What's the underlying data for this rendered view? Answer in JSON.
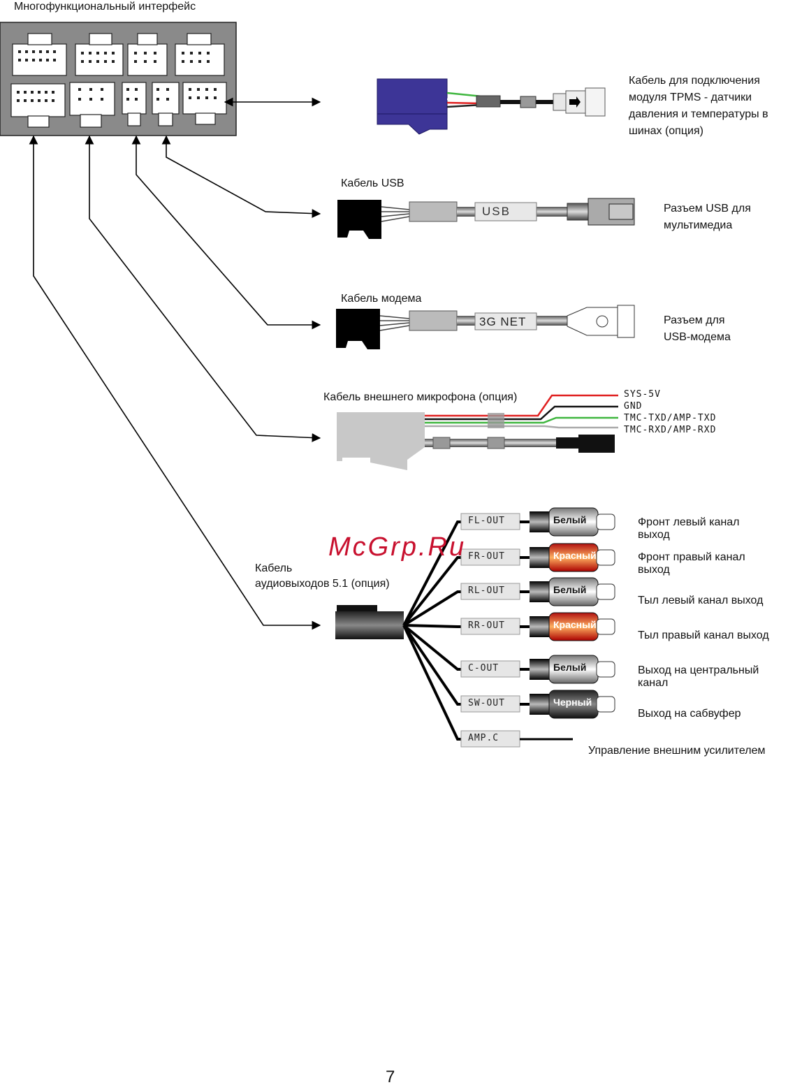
{
  "title": "Многофункциональный интерфейс",
  "page_number": "7",
  "watermark": "McGrp.Ru",
  "colors": {
    "panel": "#8a8a8a",
    "purple": "#3d3597",
    "red_plug": "#e8382a",
    "wire_green": "#3fb63f",
    "wire_red": "#e02020"
  },
  "tpms": {
    "desc": "Кабель для подключения\nмодуля TPMS - датчики\nдавления и температуры в\nшинах (опция)"
  },
  "usb": {
    "title": "Кабель USB",
    "label": "USB",
    "desc": "Разъем USB для\nмультимедиа"
  },
  "modem": {
    "title": "Кабель модема",
    "label": "3G NET",
    "desc": "Разъем для\nUSB-модема"
  },
  "mic": {
    "title": "Кабель внешнего микрофона (опция)",
    "signals": [
      "SYS-5V",
      "GND",
      "TMC-TXD/AMP-TXD",
      "TMC-RXD/AMP-RXD"
    ]
  },
  "audio": {
    "title": "Кабель\nаудиовыходов 5.1 (опция)",
    "outputs": [
      {
        "chip": "FL-OUT",
        "plug": "Белый",
        "desc": "Фронт левый канал\nвыход",
        "plug_color": "white"
      },
      {
        "chip": "FR-OUT",
        "plug": "Красный",
        "desc": "Фронт правый канал\nвыход",
        "plug_color": "red"
      },
      {
        "chip": "RL-OUT",
        "plug": "Белый",
        "desc": "Тыл левый канал выход",
        "plug_color": "white"
      },
      {
        "chip": "RR-OUT",
        "plug": "Красный",
        "desc": "Тыл правый канал выход",
        "plug_color": "red"
      },
      {
        "chip": "C-OUT",
        "plug": "Белый",
        "desc": "Выход на центральный\nканал",
        "plug_color": "white"
      },
      {
        "chip": "SW-OUT",
        "plug": "Черный",
        "desc": "Выход на сабвуфер",
        "plug_color": "black"
      },
      {
        "chip": "AMP.C",
        "plug": "",
        "desc": "Управление внешним усилителем",
        "plug_color": "none"
      }
    ]
  }
}
